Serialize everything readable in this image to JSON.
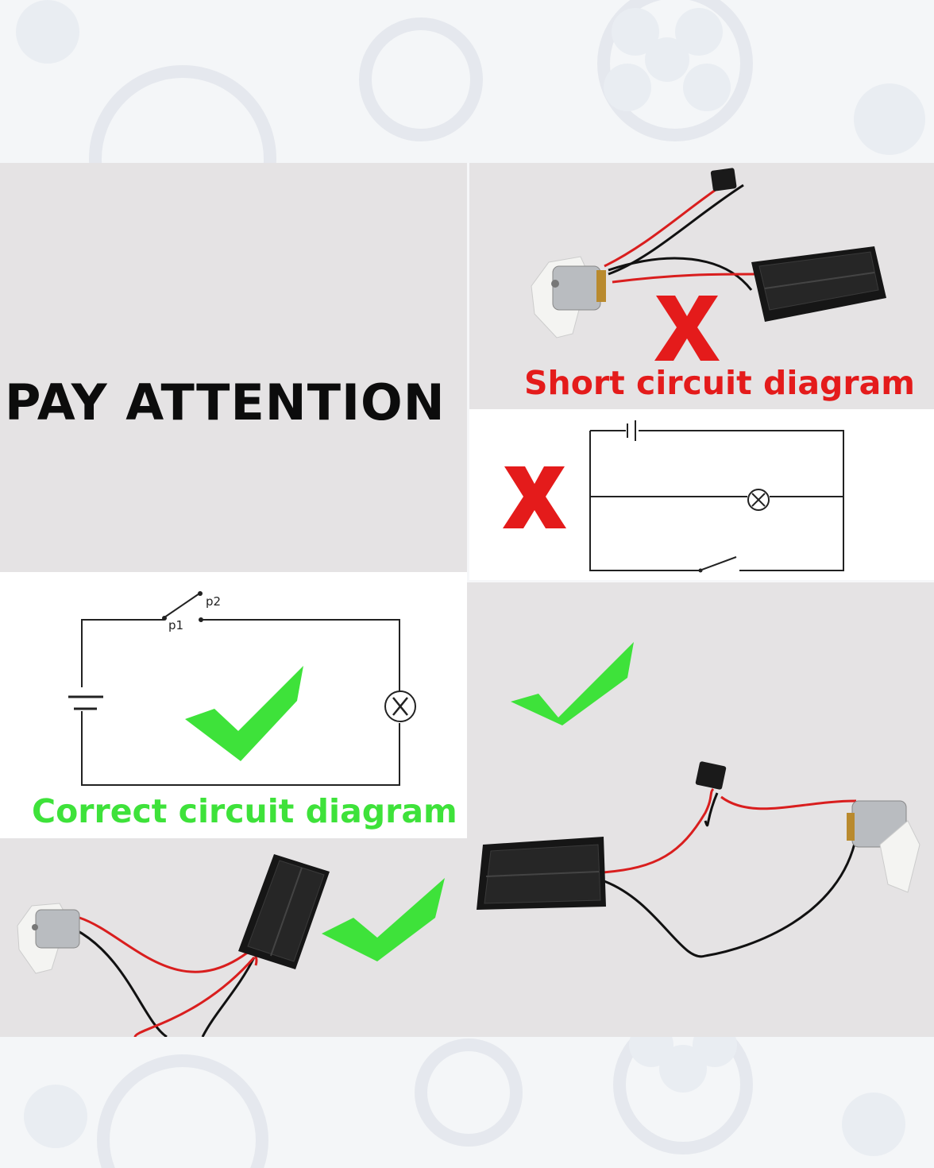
{
  "headline": "PAY ATTENTION",
  "short_circuit": {
    "caption": "Short circuit diagram",
    "mark_color": "#e41b1b"
  },
  "correct_circuit": {
    "caption": "Correct circuit diagram",
    "mark_color": "#3ee23a",
    "switch_labels": {
      "p1": "p1",
      "p2": "p2"
    }
  },
  "icons": {
    "wrong": "red-x-icon",
    "right": "green-check-icon",
    "lamp": "lamp-symbol-icon",
    "battery": "battery-symbol-icon",
    "switch": "switch-symbol-icon"
  }
}
